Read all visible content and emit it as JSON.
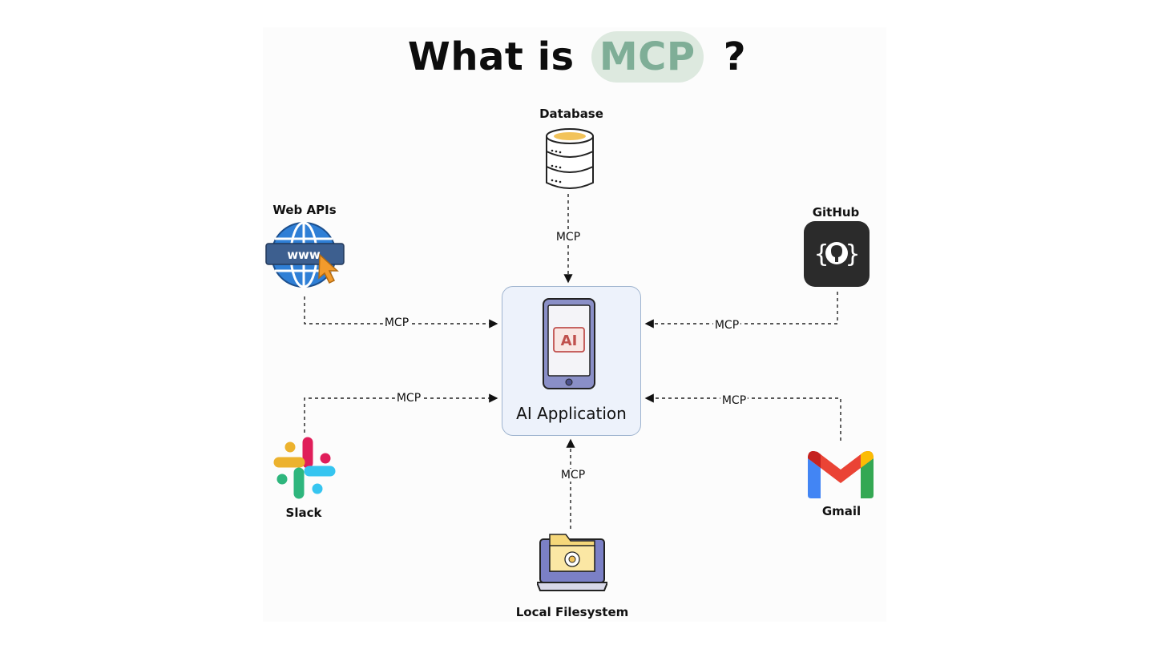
{
  "title": {
    "prefix": "What is",
    "highlight": "MCP",
    "suffix": "?"
  },
  "center": {
    "label": "AI Application",
    "badge": "AI"
  },
  "nodes": {
    "database": {
      "label": "Database",
      "icon": "database-icon"
    },
    "web_apis": {
      "label": "Web APIs",
      "icon": "globe-www-icon"
    },
    "github": {
      "label": "GitHub",
      "icon": "github-icon"
    },
    "slack": {
      "label": "Slack",
      "icon": "slack-icon"
    },
    "gmail": {
      "label": "Gmail",
      "icon": "gmail-icon"
    },
    "filesystem": {
      "label": "Local Filesystem",
      "icon": "folder-laptop-icon"
    }
  },
  "edge_label": "MCP",
  "colors": {
    "title_highlight_text": "#7fae97",
    "title_highlight_bg": "#dde9df",
    "center_fill": "#edf2fb",
    "center_border": "#9fb4cf",
    "phone_body": "#8a8fc7",
    "ai_badge": "#c0504d"
  }
}
